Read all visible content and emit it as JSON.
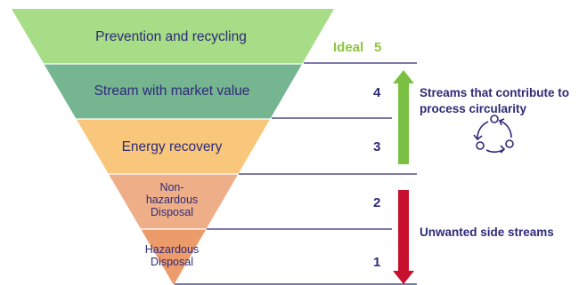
{
  "levels": [
    {
      "name": "prevention",
      "label_lines": [
        "Prevention and recycling"
      ],
      "number": "5",
      "color": "#a6dd86"
    },
    {
      "name": "market-value",
      "label_lines": [
        "Stream with market value"
      ],
      "number": "4",
      "color": "#75b590"
    },
    {
      "name": "energy-recovery",
      "label_lines": [
        "Energy recovery"
      ],
      "number": "3",
      "color": "#f8c77c"
    },
    {
      "name": "non-hazardous",
      "label_lines": [
        "Non-",
        "hazardous",
        "Disposal"
      ],
      "number": "2",
      "color": "#eeaf88"
    },
    {
      "name": "hazardous",
      "label_lines": [
        "Hazardous",
        "Disposal"
      ],
      "number": "1",
      "color": "#ec9b6b"
    }
  ],
  "ideal_label": "Ideal",
  "circularity_text": [
    "Streams that contribute to",
    "process circularity"
  ],
  "unwanted_text": "Unwanted side streams",
  "colors": {
    "text": "#2e2a78",
    "ideal": "#8cc63f",
    "up_arrow": "#7ac143",
    "down_arrow": "#c8102e",
    "divider": "#2e2a78"
  },
  "icons": {
    "circularity": "circular-arrows-icon"
  }
}
